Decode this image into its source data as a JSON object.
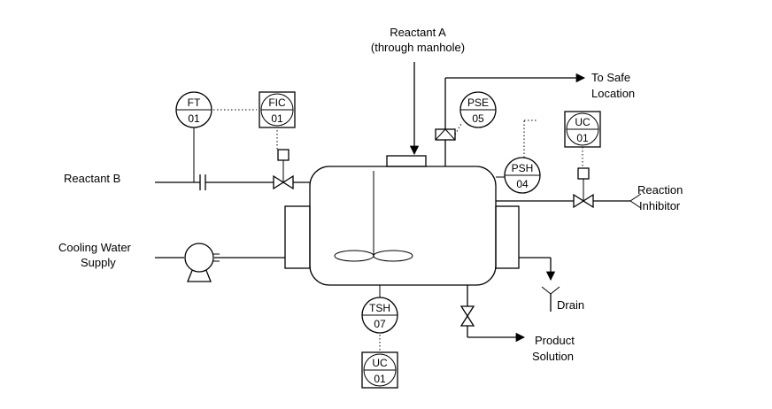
{
  "labels": {
    "reactant_a_line1": "Reactant A",
    "reactant_a_line2": "(through manhole)",
    "to_safe_line1": "To Safe",
    "to_safe_line2": "Location",
    "reactant_b": "Reactant B",
    "reaction_inhibitor_line1": "Reaction",
    "reaction_inhibitor_line2": "Inhibitor",
    "cooling_water_line1": "Cooling Water",
    "cooling_water_line2": "Supply",
    "drain": "Drain",
    "product_line1": "Product",
    "product_line2": "Solution"
  },
  "instruments": [
    {
      "id": "ft01",
      "tag": "FT",
      "num": "01"
    },
    {
      "id": "fic01",
      "tag": "FIC",
      "num": "01"
    },
    {
      "id": "pse05",
      "tag": "PSE",
      "num": "05"
    },
    {
      "id": "psh04",
      "tag": "PSH",
      "num": "04"
    },
    {
      "id": "uc01-top",
      "tag": "UC",
      "num": "01"
    },
    {
      "id": "tsh07",
      "tag": "TSH",
      "num": "07"
    },
    {
      "id": "uc01-bottom",
      "tag": "UC",
      "num": "01"
    }
  ]
}
